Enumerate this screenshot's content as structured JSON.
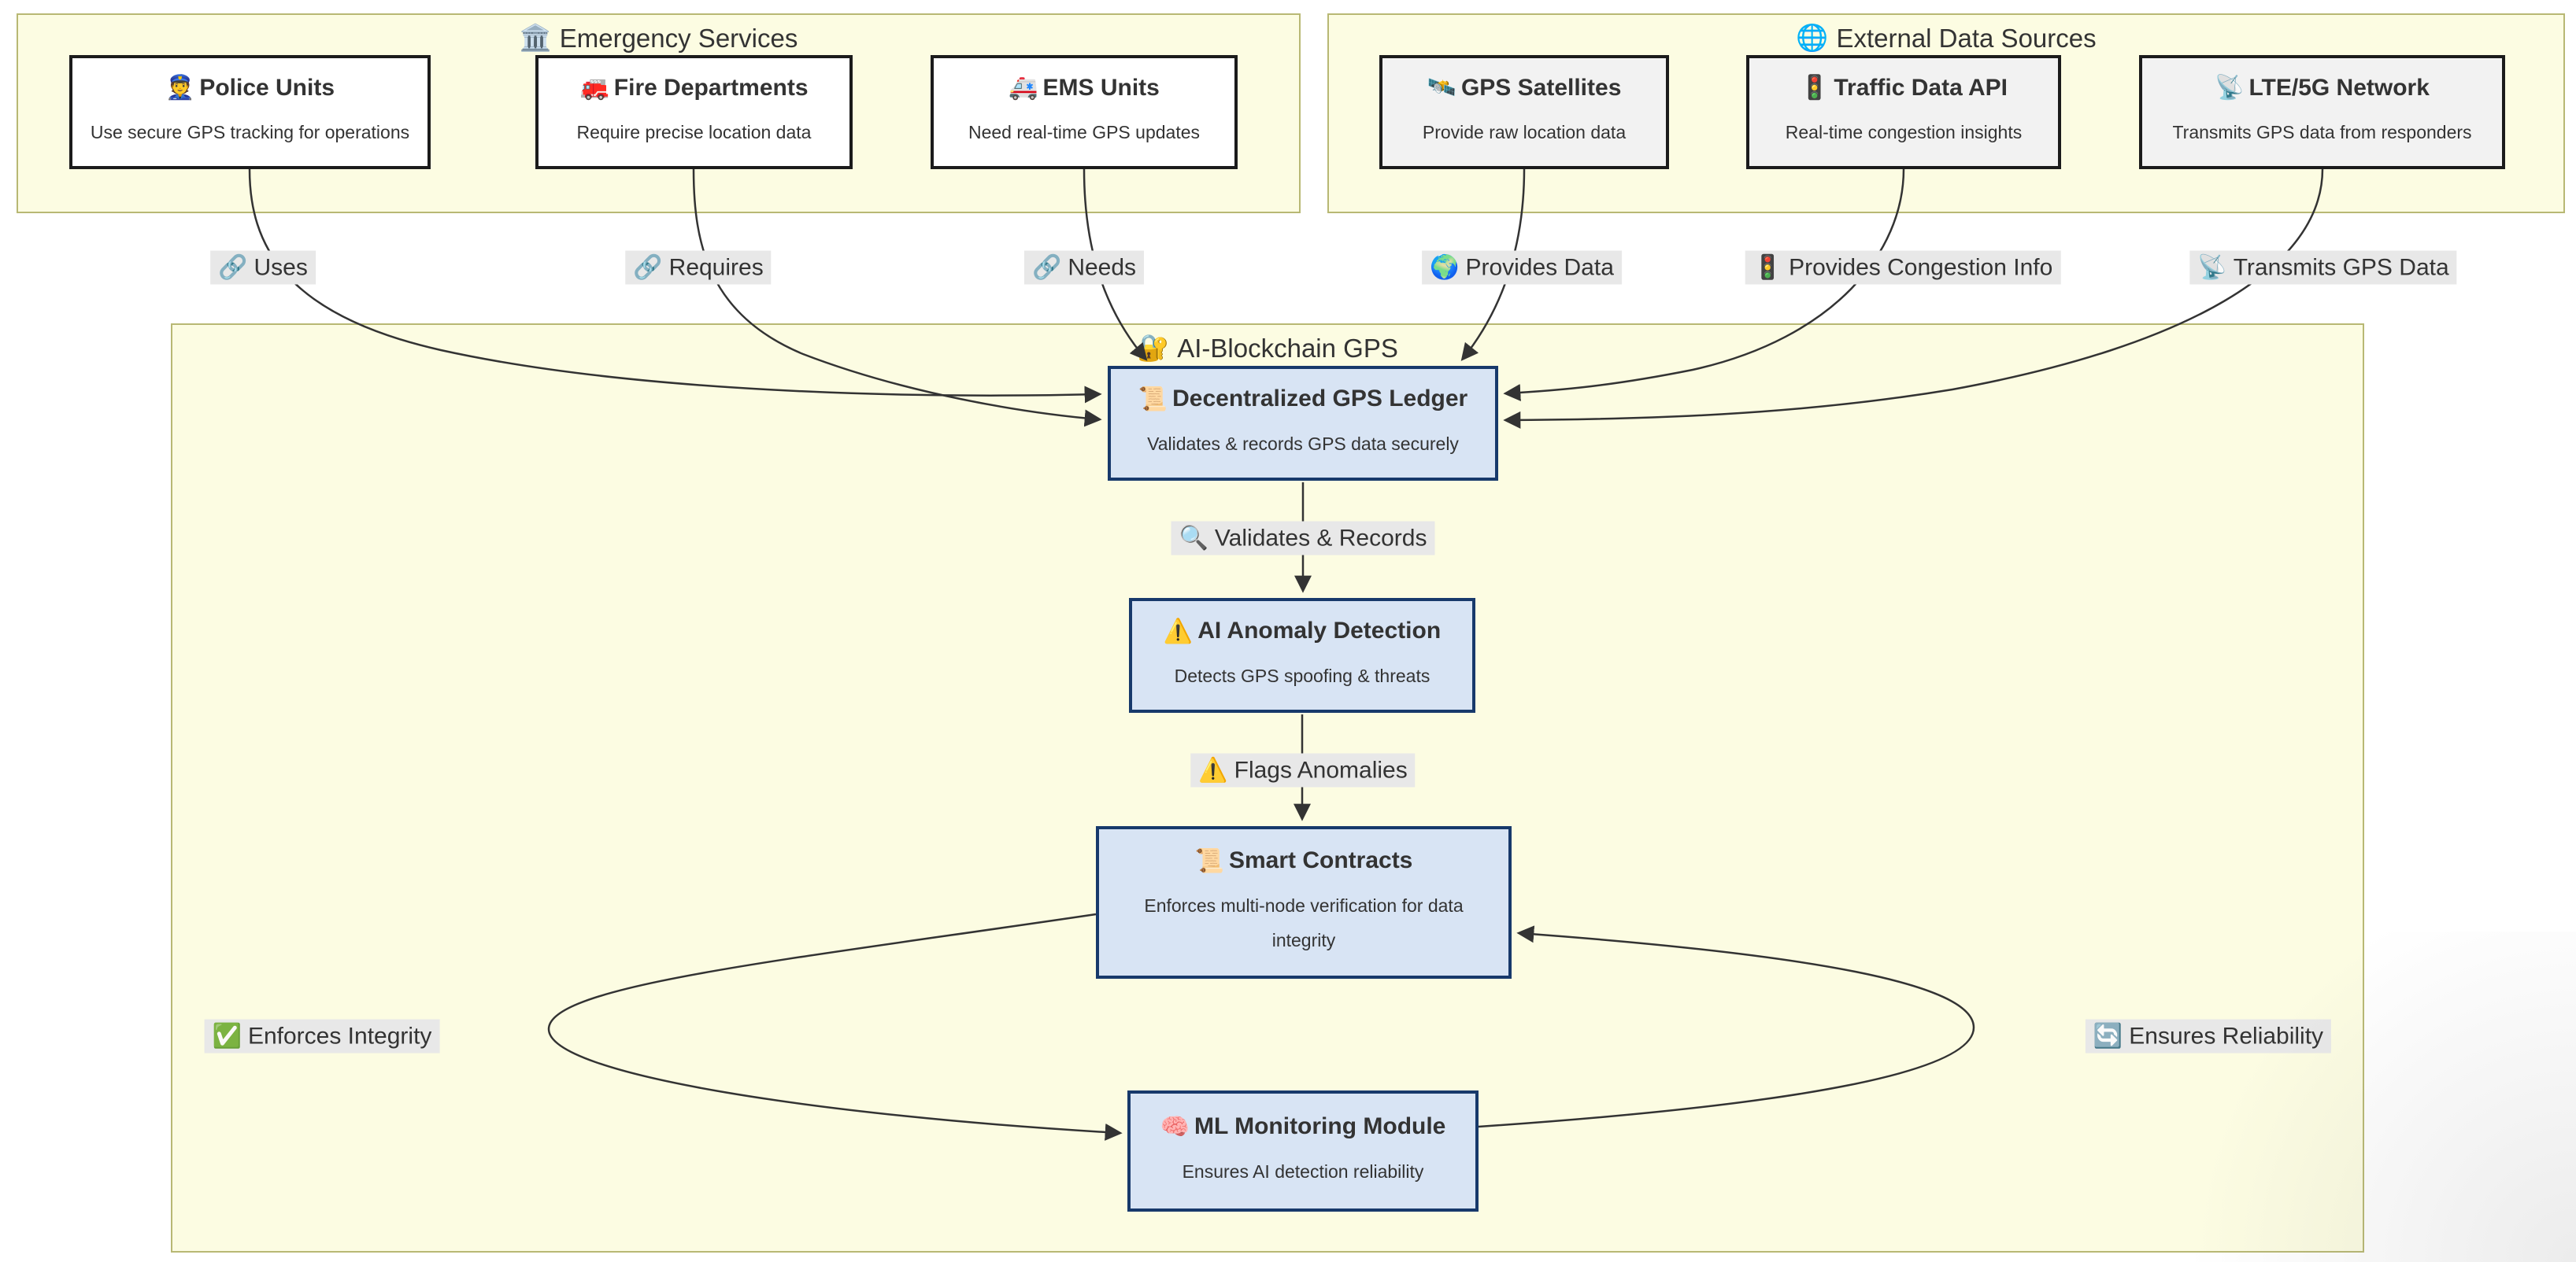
{
  "colors": {
    "subgraph_fill": "#fcfce2",
    "subgraph_border": "#b8b874",
    "white_node_fill": "#ffffff",
    "gray_node_fill": "#f2f2f2",
    "node_border_dark": "#1b1b1b",
    "blue_node_fill": "#d8e4f4",
    "blue_node_border": "#17396b",
    "edge_line": "#333333",
    "edge_label_bg": "#e8e8e8",
    "text": "#333333"
  },
  "subgraphs": {
    "emergency": {
      "icon": "🏛️",
      "title": "Emergency Services"
    },
    "external": {
      "icon": "🌐",
      "title": "External Data Sources"
    },
    "blockchain": {
      "icon": "🔐",
      "title": "AI-Blockchain GPS"
    }
  },
  "nodes": {
    "police": {
      "icon": "👮",
      "title": "Police Units",
      "desc": "Use secure GPS tracking for operations"
    },
    "fire": {
      "icon": "🚒",
      "title": "Fire Departments",
      "desc": "Require precise location data"
    },
    "ems": {
      "icon": "🚑",
      "title": "EMS Units",
      "desc": "Need real-time GPS updates"
    },
    "gps": {
      "icon": "🛰️",
      "title": "GPS Satellites",
      "desc": "Provide raw location data"
    },
    "traffic": {
      "icon": "🚦",
      "title": "Traffic Data API",
      "desc": "Real-time congestion insights"
    },
    "lte": {
      "icon": "📡",
      "title": "LTE/5G Network",
      "desc": "Transmits GPS data from responders"
    },
    "ledger": {
      "icon": "📜",
      "title": "Decentralized GPS Ledger",
      "desc": "Validates & records GPS data securely"
    },
    "anomaly": {
      "icon": "⚠️",
      "title": "AI Anomaly Detection",
      "desc": "Detects GPS spoofing & threats"
    },
    "smart": {
      "icon": "📜",
      "title": "Smart Contracts",
      "desc": "Enforces multi-node verification for data integrity"
    },
    "ml": {
      "icon": "🧠",
      "title": "ML Monitoring Module",
      "desc": "Ensures AI detection reliability"
    }
  },
  "edge_labels": {
    "uses": {
      "icon": "🔗",
      "text": "Uses"
    },
    "requires": {
      "icon": "🔗",
      "text": "Requires"
    },
    "needs": {
      "icon": "🔗",
      "text": "Needs"
    },
    "provides": {
      "icon": "🌍",
      "text": "Provides Data"
    },
    "congestion": {
      "icon": "🚦",
      "text": "Provides Congestion Info"
    },
    "transmits": {
      "icon": "📡",
      "text": "Transmits GPS Data"
    },
    "validates": {
      "icon": "🔍",
      "text": "Validates & Records"
    },
    "flags": {
      "icon": "⚠️",
      "text": "Flags Anomalies"
    },
    "enforces": {
      "icon": "✅",
      "text": "Enforces Integrity"
    },
    "ensures": {
      "icon": "🔄",
      "text": "Ensures Reliability"
    }
  }
}
